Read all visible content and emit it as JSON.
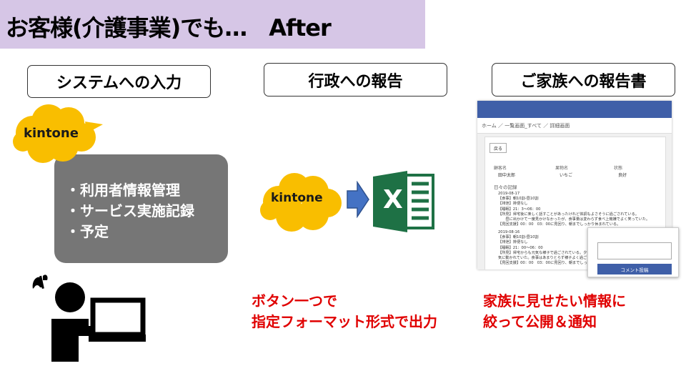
{
  "title": "お客様(介護事業)でも…　After",
  "columns": [
    {
      "header": "システムへの入力"
    },
    {
      "header": "行政への報告"
    },
    {
      "header": "ご家族への報告書"
    }
  ],
  "kintone_logo": "kintone",
  "system_items": [
    "・利用者情報管理",
    "・サービス実施記録",
    "・予定"
  ],
  "excel_letter": "X",
  "report_caption": [
    "ボタン一つで",
    "指定フォーマット形式で出力"
  ],
  "family_caption": [
    "家族に見せたい情報に",
    "絞って公開＆通知"
  ],
  "mock": {
    "breadcrumb": "ホーム ／ 一覧画面_すべて ／ 詳細画面",
    "back": "戻る",
    "fields": [
      {
        "label": "顧客名",
        "value": "田中太郎"
      },
      {
        "label": "果物名",
        "value": "いちご"
      },
      {
        "label": "状態",
        "value": "良好"
      }
    ],
    "section": "日々の記録",
    "log1": "2019-08-17\n【食事】朝10割-昼10割\n【排泄】排便なし\n【睡眠】21：3～06：00\n【所見】帰宅後に楽しく話すことがあったけれど体調もよさそうに過ごされている。\n　　昼に出かけて一度見かけなかったが、食事量は変わらず食べ上機嫌でよく笑っていた。\n【見回支援】00：00　03：00に見回り、朝までしっかり休まれている。",
    "log2": "2019-08-16\n【食事】朝10割-昼10割\n【排泄】排便なし\n【睡眠】21：00～06：00\n【所見】帰宅からも元気な様子で過ごされている。夕食後は、大\n気に動かれていた。食事はあまりとらず様子よく過ごされてい\n【見回支援】00：00　03：00に見回り、朝までしっかり",
    "post_button": "コメント投稿"
  }
}
